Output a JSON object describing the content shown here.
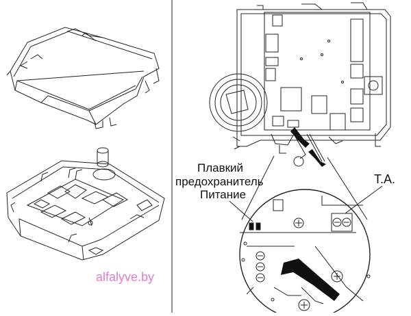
{
  "labels": {
    "fuse_line1": "Плавкий",
    "fuse_line2": "предохранитель",
    "power": "Питание",
    "thermal_anchor": "Т.А."
  },
  "watermark": "alfalyve.by",
  "colors": {
    "stroke": "#222222",
    "watermark": "#e27bd1",
    "background": "#ffffff"
  }
}
